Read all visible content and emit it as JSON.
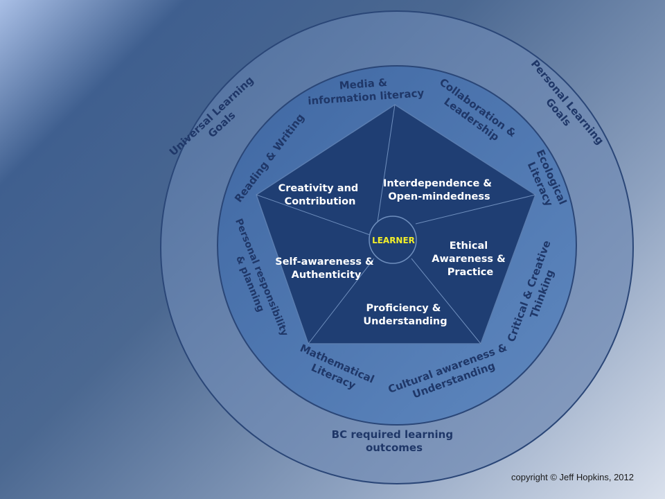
{
  "colors": {
    "outer_ring": "#5d7eab",
    "middle_ring": "#4873ab",
    "pentagon": "#1f3e73",
    "ring_text": "#1f3768",
    "pentagon_text": "#ffffff",
    "center_label": "#f2ee2a"
  },
  "outer_ring": {
    "left_label": [
      "Universal Learning",
      "Goals"
    ],
    "right_label": [
      "Personal Learning",
      "Goals"
    ],
    "bottom_label": [
      "BC required learning",
      "outcomes"
    ]
  },
  "middle_ring": {
    "media": [
      "Media &",
      "information literacy"
    ],
    "collaboration": [
      "Collaboration &",
      "Leadership"
    ],
    "ecological": [
      "Ecological",
      "Literacy"
    ],
    "critical": [
      "Critical & Creative",
      "Thinking"
    ],
    "cultural": [
      "Cultural awareness &",
      "Understanding"
    ],
    "mathematical": [
      "Mathematical",
      "Literacy"
    ],
    "personal": [
      "Personal responsibility",
      "& planning"
    ],
    "reading": "Reading & Writing"
  },
  "pentagon": {
    "creativity": [
      "Creativity and",
      "Contribution"
    ],
    "interdependence": [
      "Interdependence &",
      "Open-mindedness"
    ],
    "ethical": [
      "Ethical",
      "Awareness &",
      "Practice"
    ],
    "proficiency": [
      "Proficiency &",
      "Understanding"
    ],
    "self_awareness": [
      "Self-awareness &",
      "Authenticity"
    ],
    "center": "LEARNER"
  },
  "copyright": "copyright © Jeff Hopkins, 2012"
}
